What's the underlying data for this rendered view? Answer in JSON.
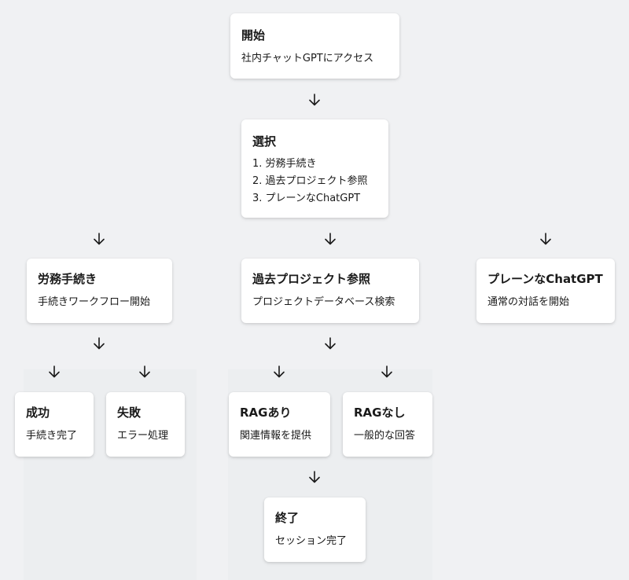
{
  "nodes": {
    "start": {
      "title": "開始",
      "desc": "社内チャットGPTにアクセス"
    },
    "select": {
      "title": "選択",
      "options": [
        "1. 労務手続き",
        "2. 過去プロジェクト参照",
        "3. プレーンなChatGPT"
      ]
    },
    "labor": {
      "title": "労務手続き",
      "desc": "手続きワークフロー開始"
    },
    "past_project": {
      "title": "過去プロジェクト参照",
      "desc": "プロジェクトデータベース検索"
    },
    "plain": {
      "title": "プレーンなChatGPT",
      "desc": "通常の対話を開始"
    },
    "success": {
      "title": "成功",
      "desc": "手続き完了"
    },
    "failure": {
      "title": "失敗",
      "desc": "エラー処理"
    },
    "rag_yes": {
      "title": "RAGあり",
      "desc": "関連情報を提供"
    },
    "rag_no": {
      "title": "RAGなし",
      "desc": "一般的な回答"
    },
    "end": {
      "title": "終了",
      "desc": "セッション完了"
    }
  },
  "arrow_glyph": "arrow-down-icon"
}
